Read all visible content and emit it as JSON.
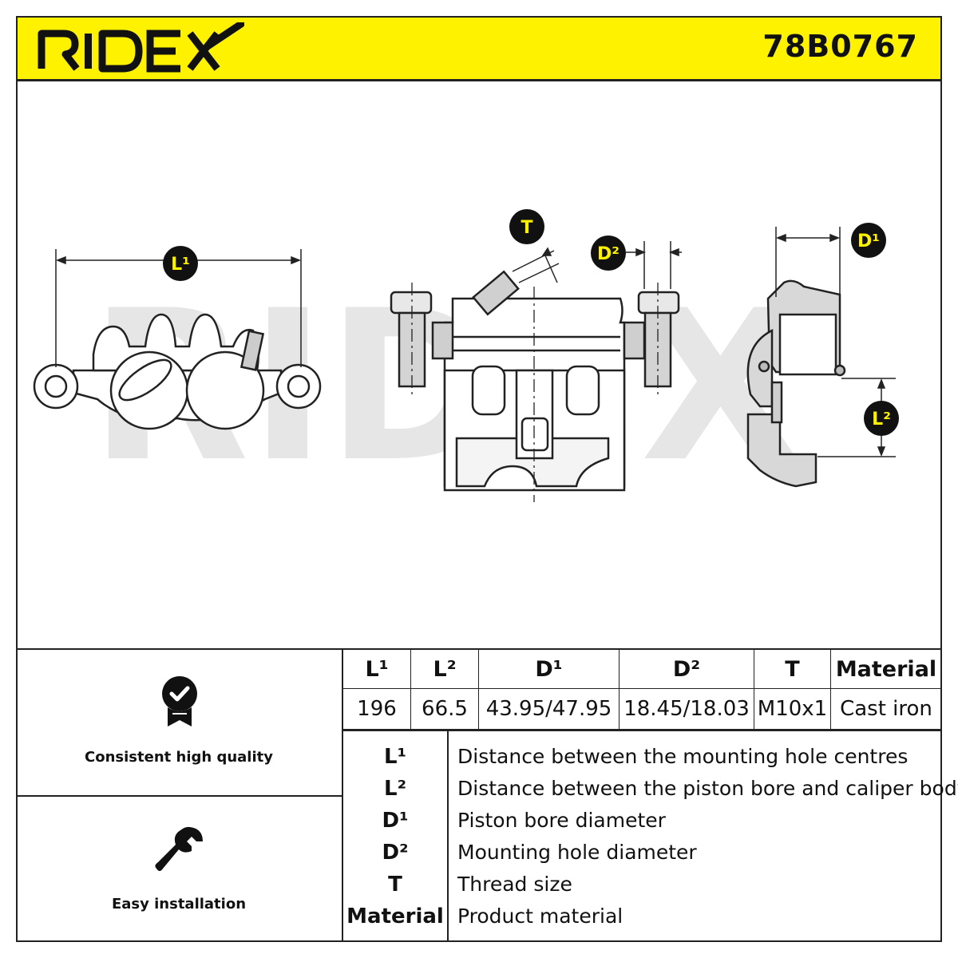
{
  "header": {
    "brand": "RIDEX",
    "part_number": "78B0767",
    "background_color": "#fff200"
  },
  "drawing": {
    "watermark": "RIDEX",
    "callouts": {
      "l1": "L¹",
      "l2": "L²",
      "d1": "D¹",
      "d2": "D²",
      "t": "T"
    }
  },
  "features": [
    {
      "icon": "quality-badge-icon",
      "label": "Consistent high quality"
    },
    {
      "icon": "wrench-icon",
      "label": "Easy installation"
    }
  ],
  "specs": {
    "headers": [
      "L¹",
      "L²",
      "D¹",
      "D²",
      "T",
      "Material"
    ],
    "values": [
      "196",
      "66.5",
      "43.95/47.95",
      "18.45/18.03",
      "M10x1",
      "Cast iron"
    ]
  },
  "legend": [
    {
      "key": "L¹",
      "description": "Distance between the mounting hole centres"
    },
    {
      "key": "L²",
      "description": "Distance between the piston bore and caliper body"
    },
    {
      "key": "D¹",
      "description": "Piston bore diameter"
    },
    {
      "key": "D²",
      "description": "Mounting hole diameter"
    },
    {
      "key": "T",
      "description": "Thread size"
    },
    {
      "key": "Material",
      "description": "Product material"
    }
  ]
}
